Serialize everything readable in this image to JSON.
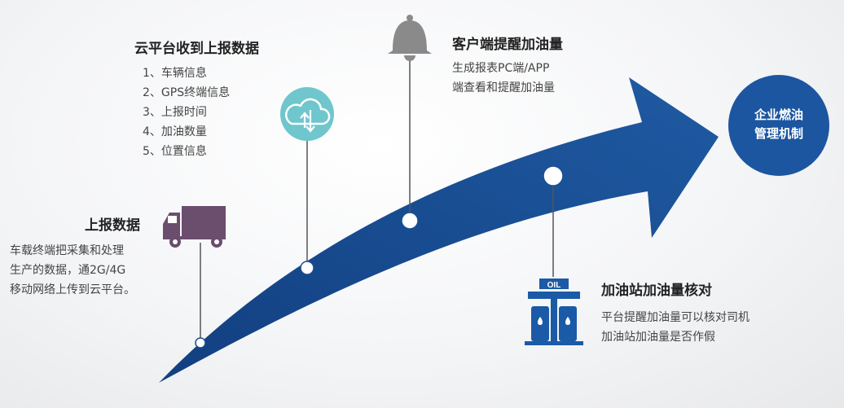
{
  "colors": {
    "arrow": "#1a4f95",
    "arrow_dark": "#0e3a78",
    "truck": "#6b4d6e",
    "cloud": "#6fc6cd",
    "bell": "#8a8a8a",
    "station": "#1b5aa6",
    "goal": "#1c56a0"
  },
  "goal": {
    "line1": "企业燃油",
    "line2": "管理机制"
  },
  "step_report": {
    "title": "上报数据",
    "lines": [
      "车载终端把采集和处理",
      "生产的数据，通2G/4G",
      "移动网络上传到云平台。"
    ]
  },
  "step_cloud": {
    "title": "云平台收到上报数据",
    "items": [
      "1、车辆信息",
      "2、GPS终端信息",
      "3、上报时间",
      "4、加油数量",
      "5、位置信息"
    ]
  },
  "step_client": {
    "title": "客户端提醒加油量",
    "lines": [
      "生成报表PC端/APP",
      "端查看和提醒加油量"
    ]
  },
  "step_station": {
    "title": "加油站加油量核对",
    "lines": [
      "平台提醒加油量可以核对司机",
      "加油站加油量是否作假"
    ],
    "sign": "OIL"
  },
  "icons": {
    "truck": "truck-icon",
    "cloud": "cloud-sync-icon",
    "bell": "bell-icon",
    "station": "gas-station-icon"
  }
}
